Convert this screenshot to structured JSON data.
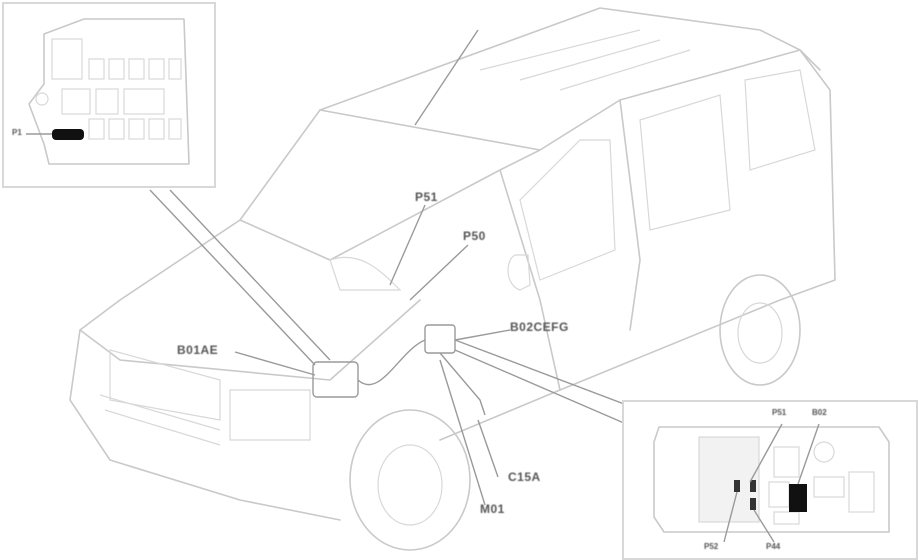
{
  "diagram": {
    "subject": "van-component-location",
    "labels": {
      "P51": "P51",
      "P50": "P50",
      "B01AE": "B01AE",
      "B02CEFG": "B02CEFG",
      "C15A": "C15A",
      "M01": "M01"
    },
    "inset_left": {
      "labels": {
        "P1": "P1"
      }
    },
    "inset_right": {
      "labels": {
        "P51": "P51",
        "B02": "B02",
        "P52": "P52",
        "P44": "P44"
      }
    },
    "colors": {
      "line": "#c9c9c9",
      "label": "#555555",
      "highlight": "#111111"
    }
  }
}
